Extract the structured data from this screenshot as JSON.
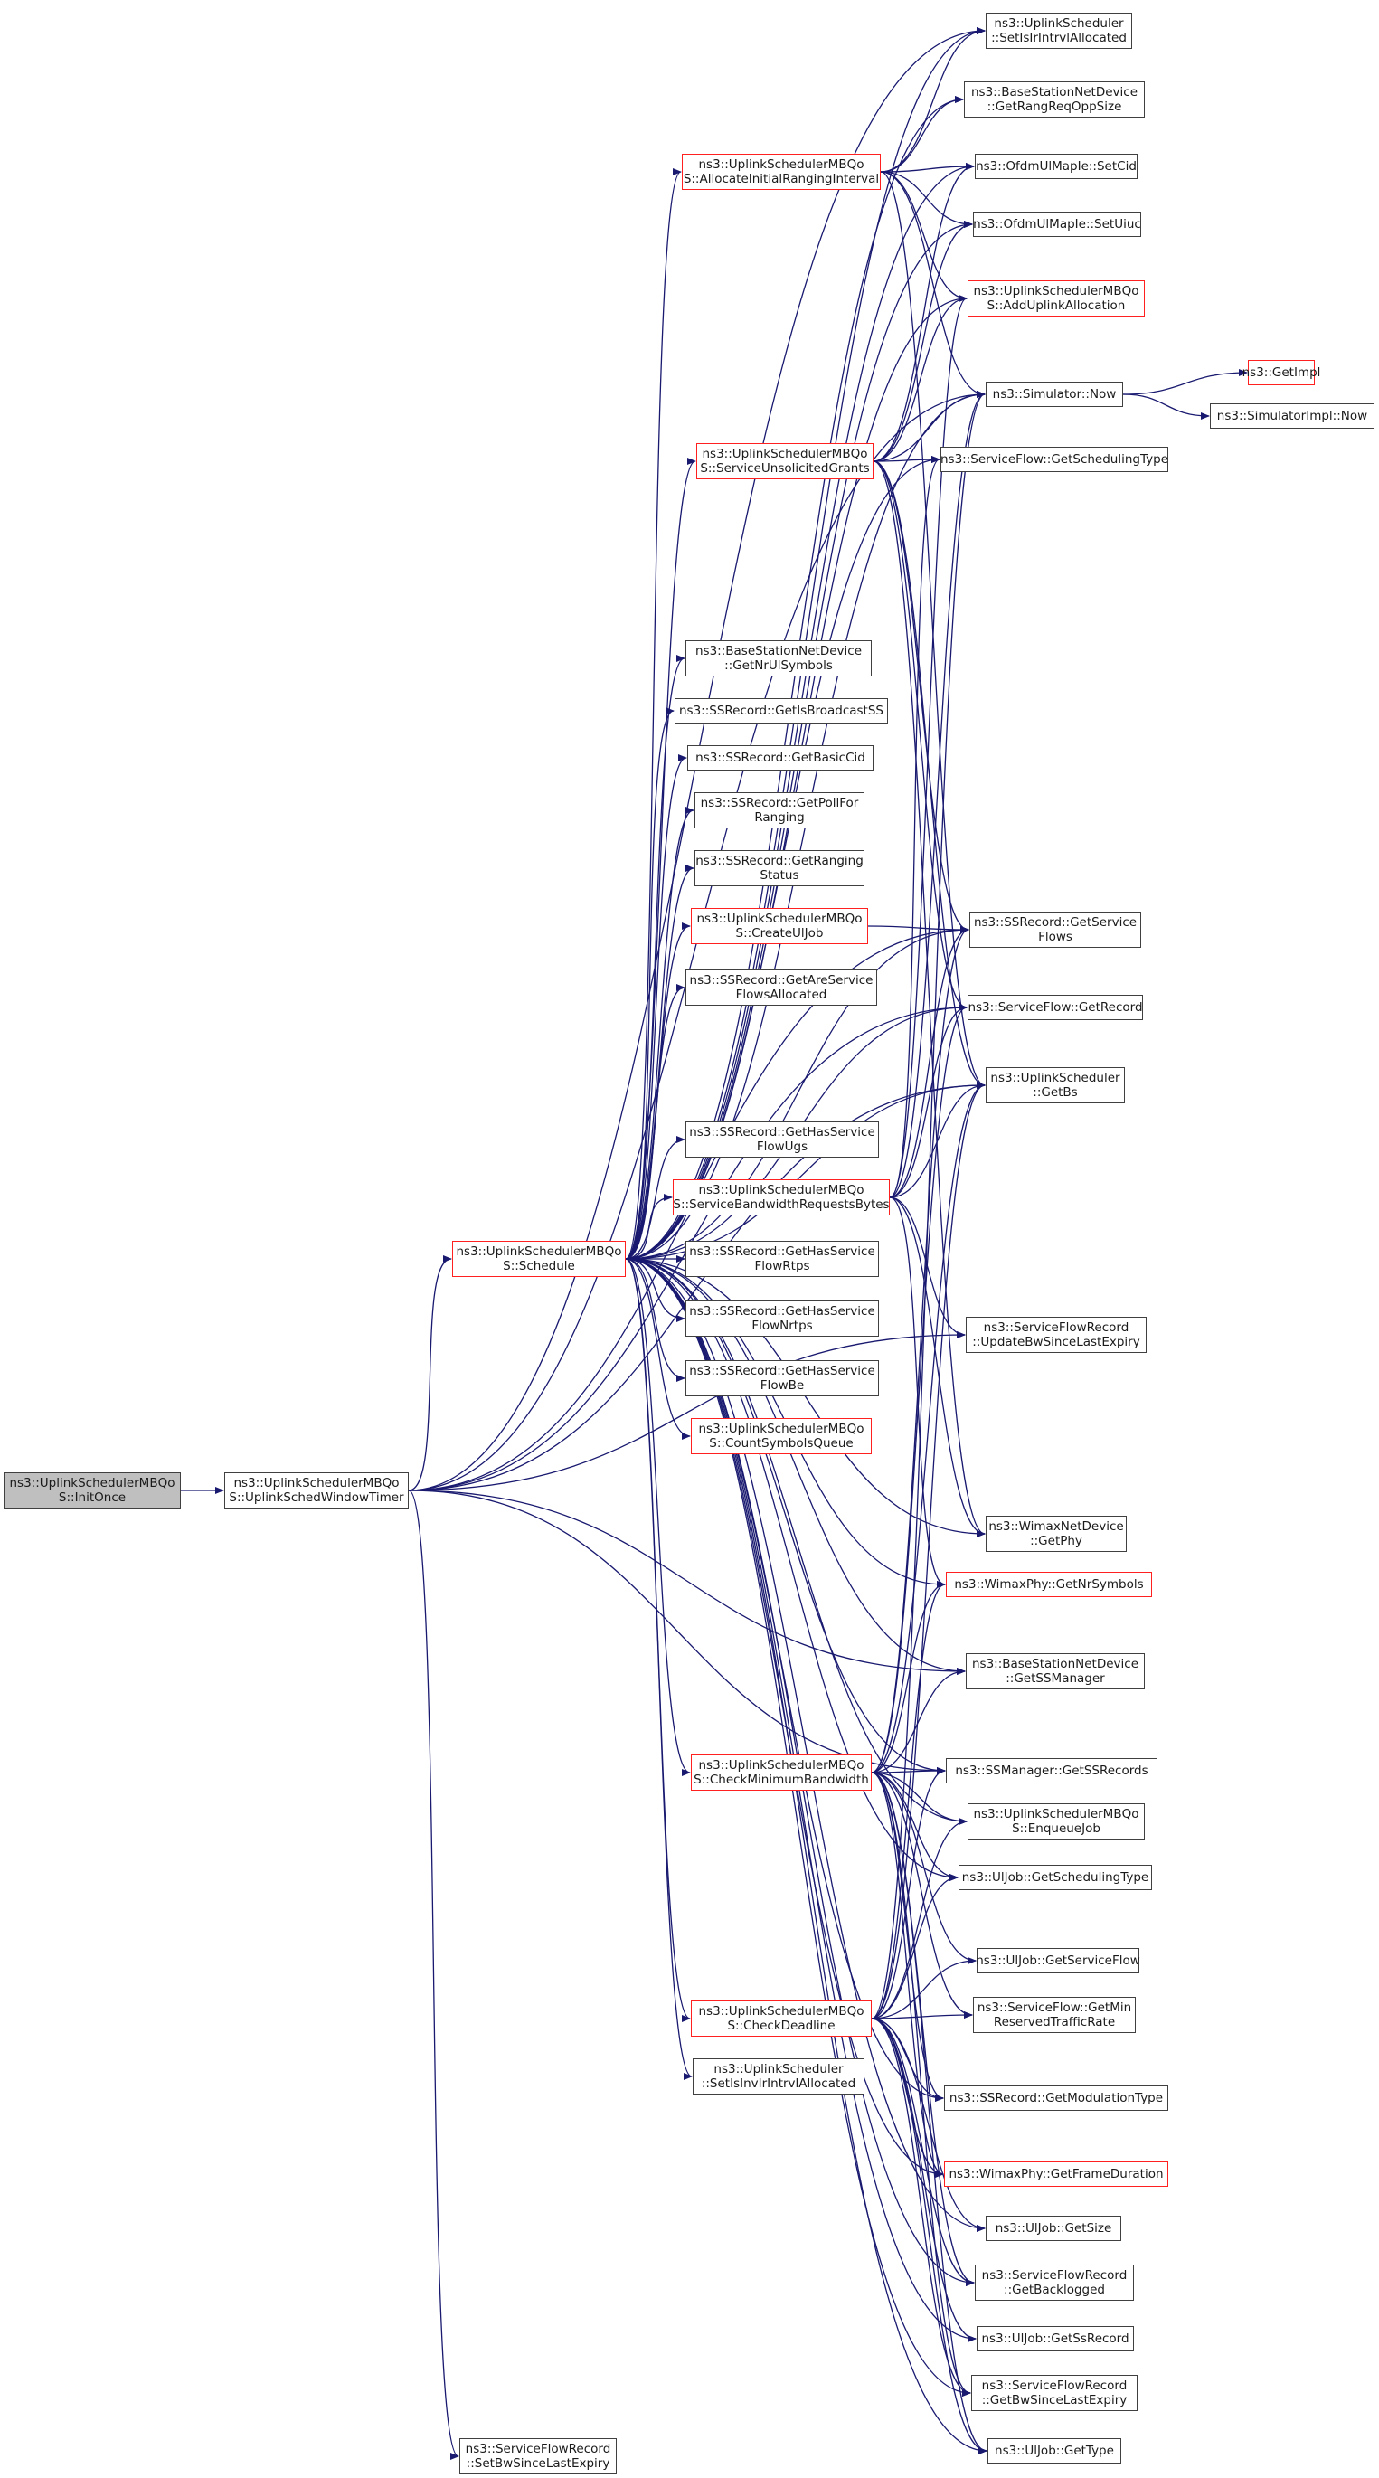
{
  "graph": {
    "edge_color": "#191970",
    "nodes": {
      "initonce": {
        "lines": [
          "ns3::UplinkSchedulerMBQo",
          "S::InitOnce"
        ],
        "style": "focus"
      },
      "windowtimer": {
        "lines": [
          "ns3::UplinkSchedulerMBQo",
          "S::UplinkSchedWindowTimer"
        ],
        "style": "black"
      },
      "schedule": {
        "lines": [
          "ns3::UplinkSchedulerMBQo",
          "S::Schedule"
        ],
        "style": "red"
      },
      "setbw_since_last": {
        "lines": [
          "ns3::ServiceFlowRecord",
          "::SetBwSinceLastExpiry"
        ],
        "style": "black"
      },
      "alloc_ranging": {
        "lines": [
          "ns3::UplinkSchedulerMBQo",
          "S::AllocateInitialRangingInterval"
        ],
        "style": "red"
      },
      "unsolicited": {
        "lines": [
          "ns3::UplinkSchedulerMBQo",
          "S::ServiceUnsolicitedGrants"
        ],
        "style": "red"
      },
      "nrulsymbols": {
        "lines": [
          "ns3::BaseStationNetDevice",
          "::GetNrUlSymbols"
        ],
        "style": "black"
      },
      "isbroadcast": {
        "lines": [
          "ns3::SSRecord::GetIsBroadcastSS"
        ],
        "style": "black"
      },
      "basiccid": {
        "lines": [
          "ns3::SSRecord::GetBasicCid"
        ],
        "style": "black"
      },
      "pollforranging": {
        "lines": [
          "ns3::SSRecord::GetPollFor",
          "Ranging"
        ],
        "style": "black"
      },
      "rangingstatus": {
        "lines": [
          "ns3::SSRecord::GetRanging",
          "Status"
        ],
        "style": "black"
      },
      "createuljob": {
        "lines": [
          "ns3::UplinkSchedulerMBQo",
          "S::CreateUlJob"
        ],
        "style": "red"
      },
      "areflowsallocated": {
        "lines": [
          "ns3::SSRecord::GetAreService",
          "FlowsAllocated"
        ],
        "style": "black"
      },
      "hasflowugs": {
        "lines": [
          "ns3::SSRecord::GetHasService",
          "FlowUgs"
        ],
        "style": "black"
      },
      "bwrequests": {
        "lines": [
          "ns3::UplinkSchedulerMBQo",
          "S::ServiceBandwidthRequestsBytes"
        ],
        "style": "red"
      },
      "hasflowrtps": {
        "lines": [
          "ns3::SSRecord::GetHasService",
          "FlowRtps"
        ],
        "style": "black"
      },
      "hasflownrtps": {
        "lines": [
          "ns3::SSRecord::GetHasService",
          "FlowNrtps"
        ],
        "style": "black"
      },
      "hasflowbe": {
        "lines": [
          "ns3::SSRecord::GetHasService",
          "FlowBe"
        ],
        "style": "black"
      },
      "countsymbols": {
        "lines": [
          "ns3::UplinkSchedulerMBQo",
          "S::CountSymbolsQueue"
        ],
        "style": "red"
      },
      "checkminbw": {
        "lines": [
          "ns3::UplinkSchedulerMBQo",
          "S::CheckMinimumBandwidth"
        ],
        "style": "red"
      },
      "checkdeadline": {
        "lines": [
          "ns3::UplinkSchedulerMBQo",
          "S::CheckDeadline"
        ],
        "style": "red"
      },
      "setisinvir": {
        "lines": [
          "ns3::UplinkScheduler",
          "::SetIsInvIrIntrvlAllocated"
        ],
        "style": "black"
      },
      "setisirintrvl": {
        "lines": [
          "ns3::UplinkScheduler",
          "::SetIsIrIntrvlAllocated"
        ],
        "style": "black"
      },
      "getrangreqopp": {
        "lines": [
          "ns3::BaseStationNetDevice",
          "::GetRangReqOppSize"
        ],
        "style": "black"
      },
      "setcid": {
        "lines": [
          "ns3::OfdmUlMapIe::SetCid"
        ],
        "style": "black"
      },
      "setuiuc": {
        "lines": [
          "ns3::OfdmUlMapIe::SetUiuc"
        ],
        "style": "black"
      },
      "adduplink": {
        "lines": [
          "ns3::UplinkSchedulerMBQo",
          "S::AddUplinkAllocation"
        ],
        "style": "red"
      },
      "simnow": {
        "lines": [
          "ns3::Simulator::Now"
        ],
        "style": "black"
      },
      "sf_schedtype": {
        "lines": [
          "ns3::ServiceFlow::GetSchedulingType"
        ],
        "style": "black"
      },
      "getserviceflows": {
        "lines": [
          "ns3::SSRecord::GetService",
          "Flows"
        ],
        "style": "black"
      },
      "sf_getrecord": {
        "lines": [
          "ns3::ServiceFlow::GetRecord"
        ],
        "style": "black"
      },
      "getbs": {
        "lines": [
          "ns3::UplinkScheduler",
          "::GetBs"
        ],
        "style": "black"
      },
      "updatebw": {
        "lines": [
          "ns3::ServiceFlowRecord",
          "::UpdateBwSinceLastExpiry"
        ],
        "style": "black"
      },
      "getphy": {
        "lines": [
          "ns3::WimaxNetDevice",
          "::GetPhy"
        ],
        "style": "black"
      },
      "getnrsymbols": {
        "lines": [
          "ns3::WimaxPhy::GetNrSymbols"
        ],
        "style": "red"
      },
      "getssmanager": {
        "lines": [
          "ns3::BaseStationNetDevice",
          "::GetSSManager"
        ],
        "style": "black"
      },
      "getssrecords": {
        "lines": [
          "ns3::SSManager::GetSSRecords"
        ],
        "style": "black"
      },
      "enqueuejob": {
        "lines": [
          "ns3::UplinkSchedulerMBQo",
          "S::EnqueueJob"
        ],
        "style": "black"
      },
      "uljob_schedtype": {
        "lines": [
          "ns3::UlJob::GetSchedulingType"
        ],
        "style": "black"
      },
      "uljob_serviceflow": {
        "lines": [
          "ns3::UlJob::GetServiceFlow"
        ],
        "style": "black"
      },
      "minreserved": {
        "lines": [
          "ns3::ServiceFlow::GetMin",
          "ReservedTrafficRate"
        ],
        "style": "black"
      },
      "modulationtype": {
        "lines": [
          "ns3::SSRecord::GetModulationType"
        ],
        "style": "black"
      },
      "frameduration": {
        "lines": [
          "ns3::WimaxPhy::GetFrameDuration"
        ],
        "style": "red"
      },
      "uljob_size": {
        "lines": [
          "ns3::UlJob::GetSize"
        ],
        "style": "black"
      },
      "getbacklogged": {
        "lines": [
          "ns3::ServiceFlowRecord",
          "::GetBacklogged"
        ],
        "style": "black"
      },
      "uljob_ssrecord": {
        "lines": [
          "ns3::UlJob::GetSsRecord"
        ],
        "style": "black"
      },
      "getbw_since_last": {
        "lines": [
          "ns3::ServiceFlowRecord",
          "::GetBwSinceLastExpiry"
        ],
        "style": "black"
      },
      "uljob_type": {
        "lines": [
          "ns3::UlJob::GetType"
        ],
        "style": "black"
      },
      "getimpl": {
        "lines": [
          "ns3::GetImpl"
        ],
        "style": "red"
      },
      "simimplnow": {
        "lines": [
          "ns3::SimulatorImpl::Now"
        ],
        "style": "black"
      }
    },
    "edges": [
      [
        "initonce",
        "windowtimer"
      ],
      [
        "windowtimer",
        "schedule"
      ],
      [
        "windowtimer",
        "setbw_since_last"
      ],
      [
        "windowtimer",
        "setisirintrvl"
      ],
      [
        "windowtimer",
        "simnow"
      ],
      [
        "windowtimer",
        "updatebw"
      ],
      [
        "windowtimer",
        "getssmanager"
      ],
      [
        "windowtimer",
        "getssrecords"
      ],
      [
        "windowtimer",
        "getserviceflows"
      ],
      [
        "windowtimer",
        "sf_getrecord"
      ],
      [
        "windowtimer",
        "getbs"
      ],
      [
        "schedule",
        "alloc_ranging"
      ],
      [
        "schedule",
        "unsolicited"
      ],
      [
        "schedule",
        "nrulsymbols"
      ],
      [
        "schedule",
        "isbroadcast"
      ],
      [
        "schedule",
        "basiccid"
      ],
      [
        "schedule",
        "pollforranging"
      ],
      [
        "schedule",
        "rangingstatus"
      ],
      [
        "schedule",
        "createuljob"
      ],
      [
        "schedule",
        "areflowsallocated"
      ],
      [
        "schedule",
        "hasflowugs"
      ],
      [
        "schedule",
        "bwrequests"
      ],
      [
        "schedule",
        "hasflowrtps"
      ],
      [
        "schedule",
        "hasflownrtps"
      ],
      [
        "schedule",
        "hasflowbe"
      ],
      [
        "schedule",
        "countsymbols"
      ],
      [
        "schedule",
        "checkminbw"
      ],
      [
        "schedule",
        "checkdeadline"
      ],
      [
        "schedule",
        "setisinvir"
      ],
      [
        "schedule",
        "setisirintrvl"
      ],
      [
        "schedule",
        "getrangreqopp"
      ],
      [
        "schedule",
        "setcid"
      ],
      [
        "schedule",
        "setuiuc"
      ],
      [
        "schedule",
        "adduplink"
      ],
      [
        "schedule",
        "simnow"
      ],
      [
        "schedule",
        "sf_schedtype"
      ],
      [
        "schedule",
        "getserviceflows"
      ],
      [
        "schedule",
        "sf_getrecord"
      ],
      [
        "schedule",
        "getbs"
      ],
      [
        "schedule",
        "getphy"
      ],
      [
        "schedule",
        "getnrsymbols"
      ],
      [
        "schedule",
        "getssmanager"
      ],
      [
        "schedule",
        "getssrecords"
      ],
      [
        "schedule",
        "enqueuejob"
      ],
      [
        "schedule",
        "modulationtype"
      ],
      [
        "schedule",
        "frameduration"
      ],
      [
        "schedule",
        "uljob_size"
      ],
      [
        "schedule",
        "getbacklogged"
      ],
      [
        "schedule",
        "uljob_ssrecord"
      ],
      [
        "schedule",
        "getbw_since_last"
      ],
      [
        "schedule",
        "uljob_type"
      ],
      [
        "schedule",
        "uljob_schedtype"
      ],
      [
        "alloc_ranging",
        "setisirintrvl"
      ],
      [
        "alloc_ranging",
        "getrangreqopp"
      ],
      [
        "alloc_ranging",
        "setcid"
      ],
      [
        "alloc_ranging",
        "setuiuc"
      ],
      [
        "alloc_ranging",
        "adduplink"
      ],
      [
        "alloc_ranging",
        "simnow"
      ],
      [
        "alloc_ranging",
        "getbs"
      ],
      [
        "unsolicited",
        "setcid"
      ],
      [
        "unsolicited",
        "setuiuc"
      ],
      [
        "unsolicited",
        "adduplink"
      ],
      [
        "unsolicited",
        "simnow"
      ],
      [
        "unsolicited",
        "sf_schedtype"
      ],
      [
        "unsolicited",
        "getserviceflows"
      ],
      [
        "unsolicited",
        "sf_getrecord"
      ],
      [
        "unsolicited",
        "getbs"
      ],
      [
        "unsolicited",
        "getphy"
      ],
      [
        "createuljob",
        "getserviceflows"
      ],
      [
        "bwrequests",
        "adduplink"
      ],
      [
        "bwrequests",
        "simnow"
      ],
      [
        "bwrequests",
        "sf_schedtype"
      ],
      [
        "bwrequests",
        "getserviceflows"
      ],
      [
        "bwrequests",
        "sf_getrecord"
      ],
      [
        "bwrequests",
        "getbs"
      ],
      [
        "bwrequests",
        "updatebw"
      ],
      [
        "bwrequests",
        "getphy"
      ],
      [
        "bwrequests",
        "getnrsymbols"
      ],
      [
        "checkminbw",
        "getssmanager"
      ],
      [
        "checkminbw",
        "getssrecords"
      ],
      [
        "checkminbw",
        "enqueuejob"
      ],
      [
        "checkminbw",
        "uljob_schedtype"
      ],
      [
        "checkminbw",
        "uljob_serviceflow"
      ],
      [
        "checkminbw",
        "minreserved"
      ],
      [
        "checkminbw",
        "getserviceflows"
      ],
      [
        "checkminbw",
        "sf_getrecord"
      ],
      [
        "checkminbw",
        "getbs"
      ],
      [
        "checkminbw",
        "getnrsymbols"
      ],
      [
        "checkminbw",
        "modulationtype"
      ],
      [
        "checkminbw",
        "frameduration"
      ],
      [
        "checkminbw",
        "getbacklogged"
      ],
      [
        "checkminbw",
        "getbw_since_last"
      ],
      [
        "checkminbw",
        "uljob_type"
      ],
      [
        "checkdeadline",
        "uljob_schedtype"
      ],
      [
        "checkdeadline",
        "uljob_serviceflow"
      ],
      [
        "checkdeadline",
        "minreserved"
      ],
      [
        "checkdeadline",
        "modulationtype"
      ],
      [
        "checkdeadline",
        "frameduration"
      ],
      [
        "checkdeadline",
        "uljob_size"
      ],
      [
        "checkdeadline",
        "getbacklogged"
      ],
      [
        "checkdeadline",
        "uljob_ssrecord"
      ],
      [
        "checkdeadline",
        "getbw_since_last"
      ],
      [
        "checkdeadline",
        "uljob_type"
      ],
      [
        "checkdeadline",
        "getbs"
      ],
      [
        "checkdeadline",
        "getnrsymbols"
      ],
      [
        "checkdeadline",
        "enqueuejob"
      ],
      [
        "checkdeadline",
        "simnow"
      ],
      [
        "checkdeadline",
        "getssrecords"
      ],
      [
        "simnow",
        "getimpl"
      ],
      [
        "simnow",
        "simimplnow"
      ]
    ]
  }
}
